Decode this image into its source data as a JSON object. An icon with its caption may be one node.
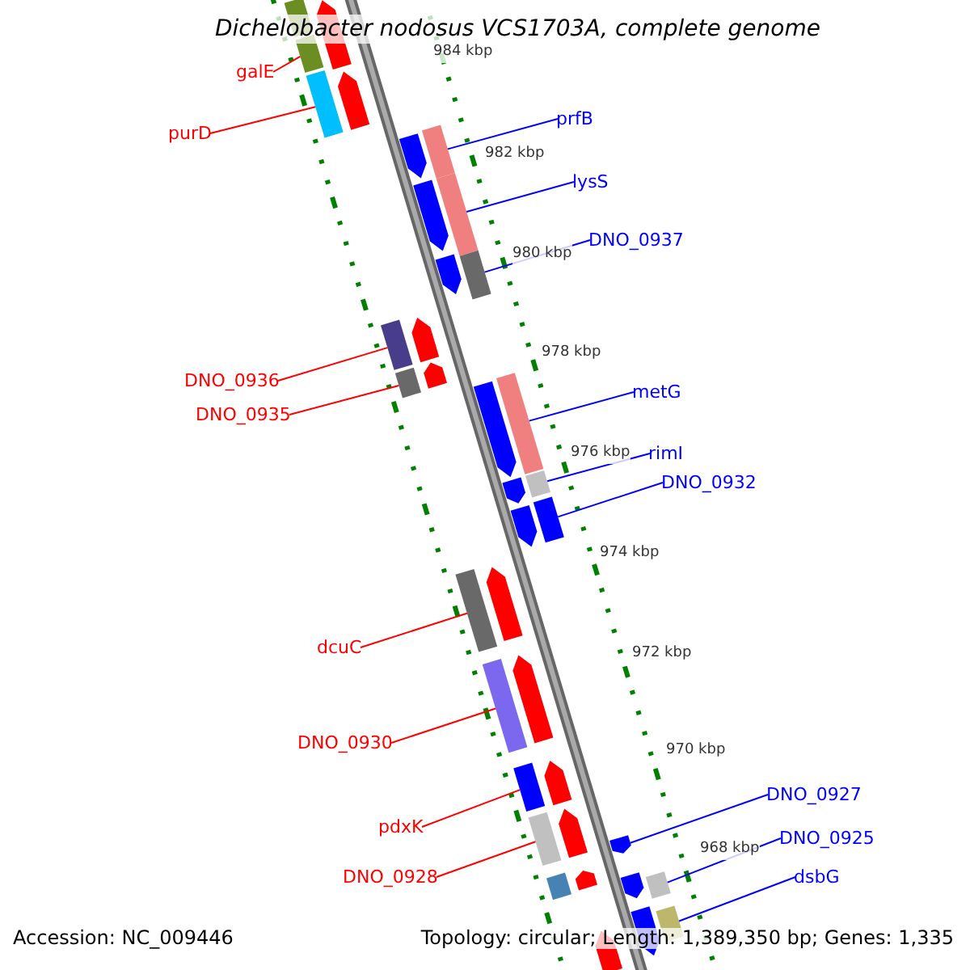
{
  "diagram": {
    "title": "Dichelobacter nodosus VCS1703A, complete genome",
    "nodes": [
      {
        "text": [
          "galE"
        ]
      },
      {
        "text": [],
        "shape": "bar"
      },
      {
        "text": [
          "purD"
        ]
      },
      {
        "text": [],
        "shape": "bar"
      },
      {
        "text": [
          "prfB"
        ]
      },
      {
        "text": [],
        "shape": "bar"
      },
      {
        "text": [
          "lysS"
        ]
      },
      {
        "text": [],
        "shape": "bar"
      },
      {
        "text": [
          "DNO_0937"
        ]
      },
      {
        "text": [],
        "shape": "bar"
      },
      {
        "text": [
          "DNO_0936"
        ]
      },
      {
        "text": [],
        "shape": "bar"
      },
      {
        "text": [
          "DNO_0935"
        ]
      },
      {
        "text": [],
        "shape": "bar"
      },
      {
        "text": [
          "metG"
        ]
      },
      {
        "text": [],
        "shape": "bar"
      },
      {
        "text": [
          "rimI"
        ]
      },
      {
        "text": [],
        "shape": "bar"
      },
      {
        "text": [
          "DNO_0932"
        ]
      },
      {
        "text": [],
        "shape": "bar"
      },
      {
        "text": [
          "dcuC"
        ]
      },
      {
        "text": [],
        "shape": "bar"
      },
      {
        "text": [
          "DNO_0930"
        ]
      },
      {
        "text": [],
        "shape": "bar"
      },
      {
        "text": [
          "pdxK"
        ]
      },
      {
        "text": [],
        "shape": "bar"
      },
      {
        "text": [
          "DNO_0927"
        ]
      },
      {
        "text": [],
        "shape": "bar"
      },
      {
        "text": [
          "DNO_0928"
        ]
      },
      {
        "text": [],
        "shape": "bar"
      },
      {
        "text": [
          "DNO_0925"
        ]
      },
      {
        "text": [],
        "shape": "bar"
      },
      {
        "text": [
          "dsbG"
        ]
      },
      {
        "text": [],
        "shape": "bar"
      },
      {
        "text": [],
        "shape": "bar"
      },
      {
        "text": [],
        "shape": "bar"
      },
      {
        "text": [],
        "shape": "bar"
      },
      {
        "text": [],
        "shape": "bar"
      },
      {
        "text": [],
        "shape": "bar"
      },
      {
        "text": [],
        "shape": "bar"
      },
      {
        "text": [],
        "shape": "bar"
      },
      {
        "text": [],
        "shape": "bar"
      },
      {
        "text": [],
        "shape": "bar"
      },
      {
        "text": [],
        "shape": "bar"
      },
      {
        "text": [],
        "shape": "bar"
      },
      {
        "text": [],
        "shape": "bar"
      },
      {
        "text": [],
        "shape": "bar"
      },
      {
        "text": [],
        "shape": "bar"
      },
      {
        "text": [],
        "shape": "bar"
      },
      {
        "text": [],
        "shape": "bar"
      },
      {
        "text": [],
        "shape": "bar"
      },
      {
        "text": [],
        "shape": "bar"
      },
      {
        "text": [],
        "shape": "bar"
      },
      {
        "text": [],
        "shape": "bar"
      }
    ],
    "edges": [
      {
        "from": 0,
        "to": 1,
        "arrow": "none",
        "color": "#ff0000"
      },
      {
        "from": 2,
        "to": 3,
        "arrow": "none",
        "color": "#ff0000"
      },
      {
        "from": 4,
        "to": 5,
        "arrow": "none"
      },
      {
        "from": 6,
        "to": 7,
        "arrow": "none"
      },
      {
        "from": 8,
        "to": 9,
        "arrow": "none"
      },
      {
        "from": 10,
        "to": 11,
        "arrow": "none",
        "color": "#ff0000"
      },
      {
        "from": 12,
        "to": 13,
        "arrow": "none",
        "color": "#ff0000"
      },
      {
        "from": 14,
        "to": 15,
        "arrow": "none"
      },
      {
        "from": 16,
        "to": 17,
        "arrow": "none"
      },
      {
        "from": 18,
        "to": 19,
        "arrow": "none"
      },
      {
        "from": 20,
        "to": 21,
        "arrow": "none",
        "color": "#ff0000"
      },
      {
        "from": 22,
        "to": 23,
        "arrow": "none",
        "color": "#ff0000"
      },
      {
        "from": 24,
        "to": 25,
        "arrow": "none",
        "color": "#ff0000"
      },
      {
        "from": 26,
        "to": 27,
        "arrow": "none"
      },
      {
        "from": 28,
        "to": 29,
        "arrow": "none",
        "color": "#ff0000"
      },
      {
        "from": 30,
        "to": 31,
        "arrow": "none"
      },
      {
        "from": 32,
        "to": 33,
        "arrow": "none"
      }
    ],
    "labels": [
      "984 kbp",
      "982 kbp",
      "980 kbp",
      "978 kbp",
      "976 kbp",
      "974 kbp",
      "972 kbp",
      "970 kbp",
      "968 kbp",
      "Accession: NC_009446",
      "Topology: circular; Length: 1,389,350 bp; Genes: 1,335"
    ]
  }
}
